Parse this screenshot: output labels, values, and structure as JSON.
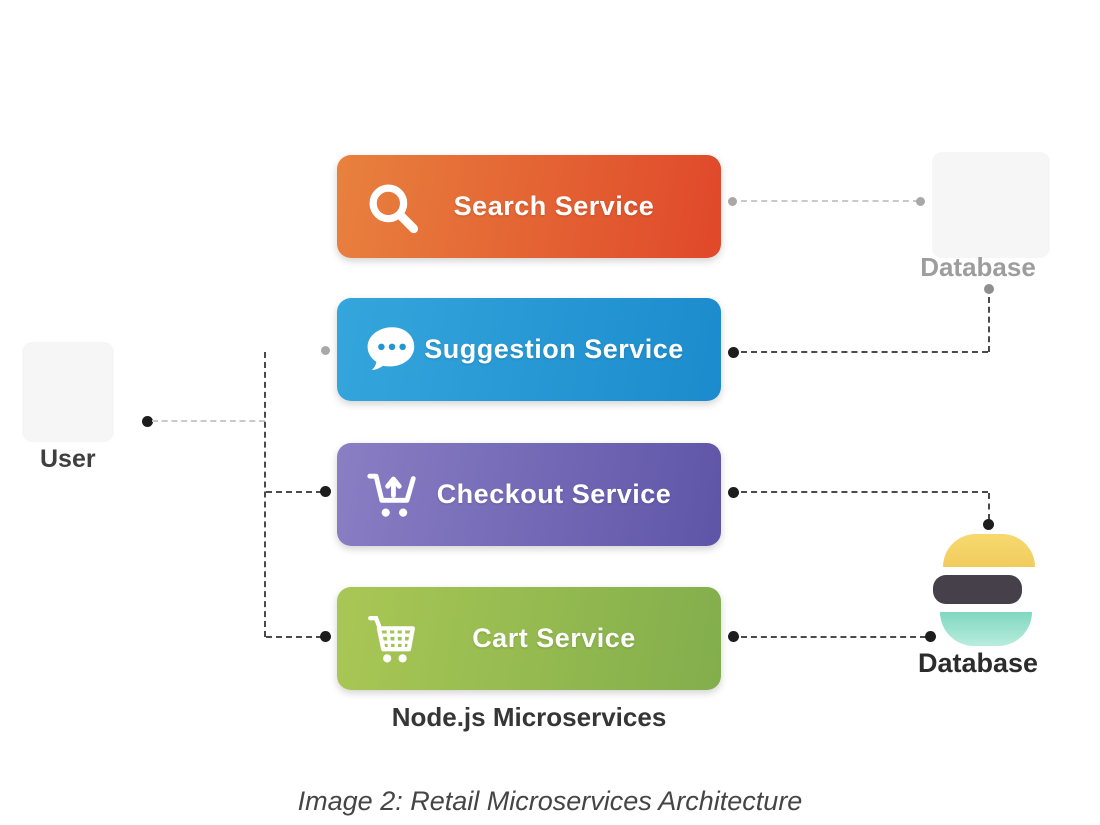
{
  "page": {
    "caption": "Image 2: Retail Microservices Architecture",
    "group_label": "Node.js Microservices"
  },
  "actors": {
    "user_label": "User",
    "database_top_label": "Database",
    "database_bottom_label": "Database"
  },
  "services": [
    {
      "label": "Search Service",
      "icon": "search-icon",
      "color_start": "#e8813e",
      "color_end": "#e0482a"
    },
    {
      "label": "Suggestion Service",
      "icon": "chat-bubble-icon",
      "color_start": "#35a6dc",
      "color_end": "#1b8bcd"
    },
    {
      "label": "Checkout Service",
      "icon": "checkout-cart-icon",
      "color_start": "#8a7ec4",
      "color_end": "#5f55a8"
    },
    {
      "label": "Cart Service",
      "icon": "cart-icon",
      "color_start": "#a9c755",
      "color_end": "#82ae4c"
    }
  ],
  "database_icon": {
    "top_color": "#f5d469",
    "middle_color": "#45404a",
    "bottom_color": "#8ddcc5"
  }
}
